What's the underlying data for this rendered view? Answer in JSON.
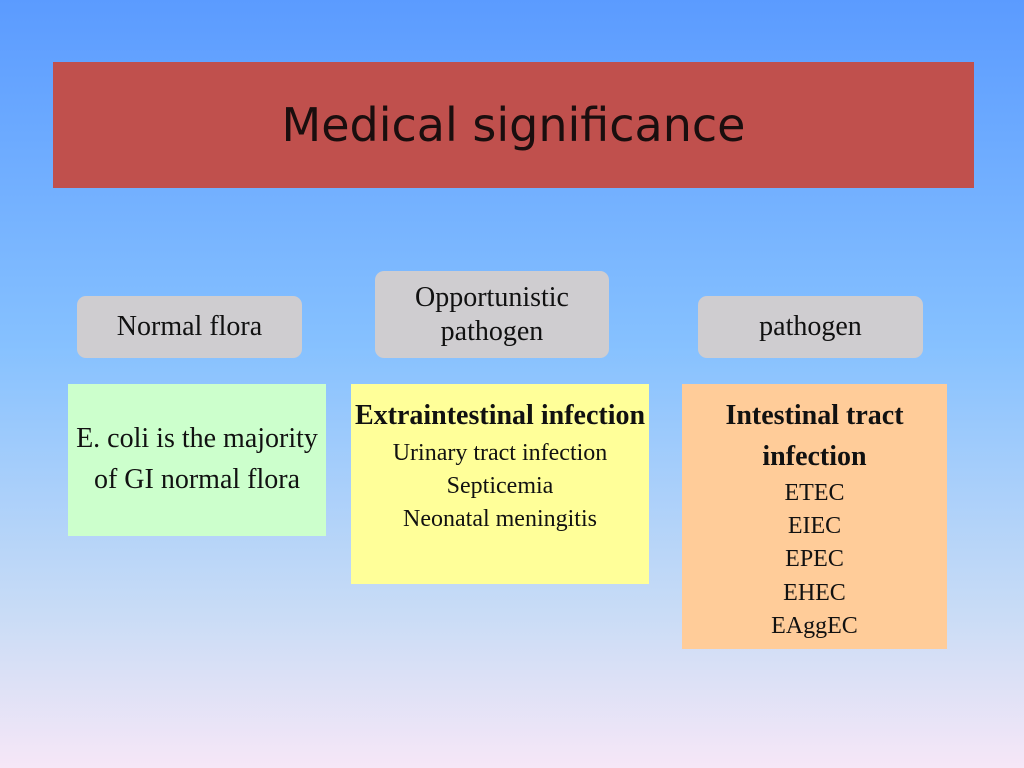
{
  "title": "Medical significance",
  "categories": [
    {
      "label": "Normal flora"
    },
    {
      "label": "Opportunistic pathogen"
    },
    {
      "label": "pathogen"
    }
  ],
  "normal_flora_box": {
    "text": "E. coli is the majority of GI normal flora"
  },
  "opportunistic_box": {
    "heading": "Extraintestinal infection",
    "items": [
      "Urinary tract infection",
      "Septicemia",
      "Neonatal meningitis"
    ]
  },
  "pathogen_box": {
    "heading": "Intestinal tract infection",
    "items": [
      "ETEC",
      "EIEC",
      "EPEC",
      "EHEC",
      "EAggEC"
    ]
  },
  "colors": {
    "title_bar": "#c0504d",
    "pill": "#cfcdd0",
    "normal_flora_box": "#ccffcc",
    "opportunistic_box": "#ffff99",
    "pathogen_box": "#ffcc99"
  }
}
